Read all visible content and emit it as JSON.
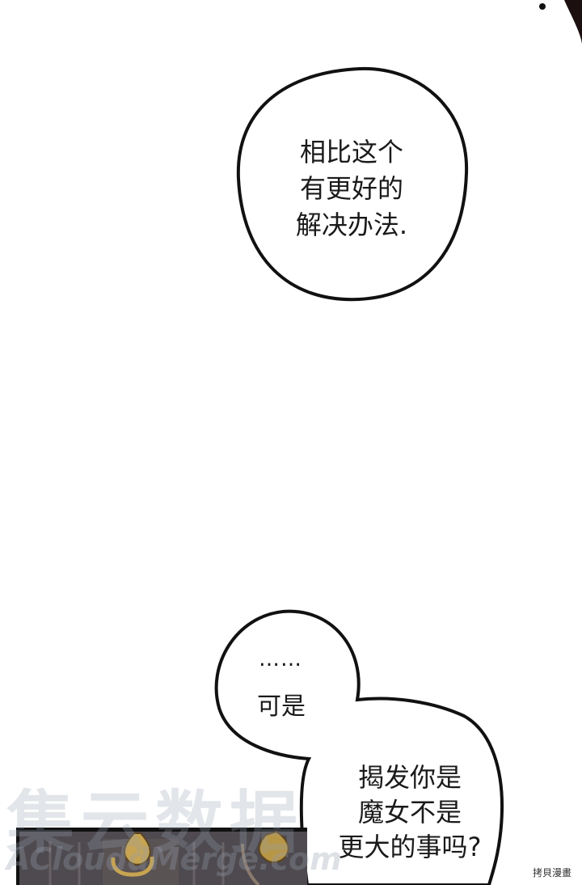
{
  "speech_bubbles": [
    {
      "text": "相比这个\n有更好的\n解决办法."
    },
    {
      "ellipsis": "……",
      "line1": "可是",
      "text": "揭发你是\n魔女不是\n更大的事吗?"
    }
  ],
  "watermark": {
    "main": "集云数据",
    "sub": "AClouddMerge.com"
  },
  "corner_label": "拷貝漫畫",
  "colors": {
    "background": "#ffffff",
    "ink": "#1a1a1a",
    "panel_dark": "#4e4a4f",
    "gold_ornament": "#c7a451"
  }
}
